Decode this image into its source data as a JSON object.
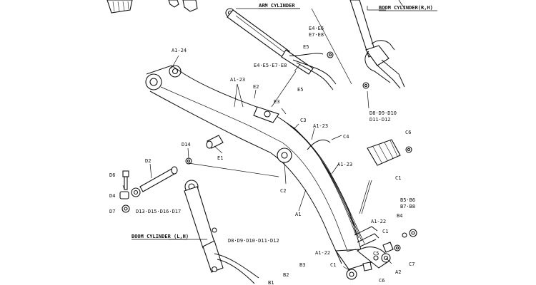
{
  "titles": {
    "arm_cylinder": "ARM CYLINDER",
    "boom_cylinder_rh": "BOOM CYLINDER(R,H)",
    "boom_cylinder_lh": "BOOM CYLINDER (L,H)"
  },
  "labels": {
    "a1_24": "A1-24",
    "e4_e6": "E4·E6",
    "e7_e8": "E7·E8",
    "e5_top": "E5",
    "e4_e8_row": "E4·E5·E7·E8",
    "e5_bottom": "E5",
    "a1_23_left": "A1-23",
    "e2": "E2",
    "e3": "E3",
    "c3": "C3",
    "a1_23_mid": "A1-23",
    "c4": "C4",
    "a1_23_right": "A1-23",
    "d8_d10_right": "D8·D9·D10",
    "d11_d12_right": "D11·D12",
    "c6_top": "C6",
    "c1_top": "C1",
    "d14": "D14",
    "e1": "E1",
    "d2": "D2",
    "d6": "D6",
    "d4": "D4",
    "d7": "D7",
    "d13_d17": "D13·D15·D16·D17",
    "c2": "C2",
    "a1": "A1",
    "b5_b6": "B5·B6",
    "b7_b8": "B7·B8",
    "b4": "B4",
    "a1_22_right": "A1-22",
    "c1_mid": "C1",
    "c7": "C7",
    "d8_d12_left": "D8·D9·D10·D11·D12",
    "a1_22_left": "A1-22",
    "c1_bottom": "C1",
    "c5": "C5",
    "a2": "A2",
    "c6_bottom": "C6",
    "b2": "B2",
    "b3": "B3",
    "b1": "B1"
  }
}
